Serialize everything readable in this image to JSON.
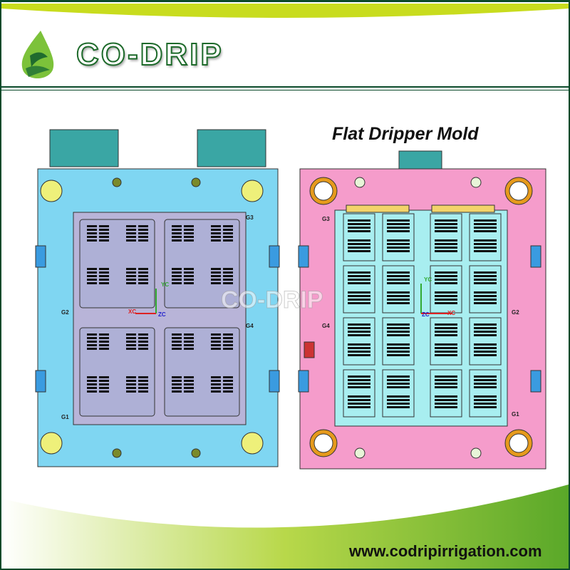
{
  "brand": {
    "logo_text": "CO-DRIP"
  },
  "title": "Flat Dripper Mold",
  "website": "www.codripirrigation.com",
  "watermark": "CO-DRIP",
  "drawing_labels": {
    "g1": "G1",
    "g2": "G2",
    "g3": "G3",
    "g4": "G4",
    "xc": "XC",
    "yc": "YC",
    "zc": "ZC"
  },
  "colors": {
    "brand_dark": "#0b4a2a",
    "brand_lime": "#c8dc1e",
    "left_plate": "#7fd6f2",
    "left_cavity": "#b8b4d8",
    "right_plate": "#f59ccb",
    "right_insert": "#a8eef0",
    "bolt_yellow": "#eef07a",
    "bolt_orange": "#e69a1c"
  }
}
